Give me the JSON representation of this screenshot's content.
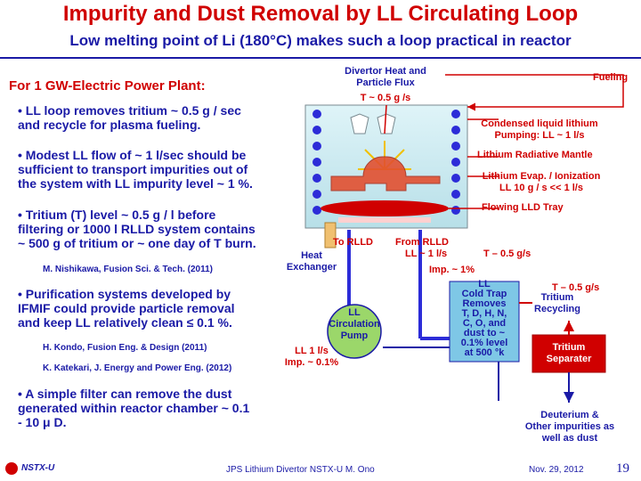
{
  "header": {
    "title": "Impurity and Dust Removal by LL Circulating Loop",
    "subtitle": "Low melting point of Li (180°C) makes such a loop practical in reactor"
  },
  "left": {
    "heading": "For 1 GW-Electric Power Plant:",
    "bullets": [
      "• LL loop removes tritium ~ 0.5 g / sec\nand recycle for plasma fueling.",
      "• Modest LL flow of ~ 1 l/sec should be\nsufficient to transport impurities out of\nthe system with LL impurity level ~ 1 %.",
      "• Tritium (T) level ~ 0.5 g / l before\nfiltering or 1000 l RLLD system contains\n~ 500 g of tritium or ~ one day of T burn.",
      "• Purification systems developed by\nIFMIF could provide particle removal\nand keep LL relatively clean ≤ 0.1 %.",
      "• A simple filter can remove the dust\ngenerated within reactor chamber ~ 0.1\n- 10 μ D."
    ],
    "refs": [
      "M. Nishikawa, Fusion Sci. & Tech. (2011)",
      "H. Kondo, Fusion Eng. & Design (2011)",
      "K. Katekari, J. Energy and Power Eng. (2012)"
    ]
  },
  "diagram": {
    "divertor": "Divertor Heat and\nParticle Flux",
    "divertor_t": "T ~ 0.5 g /s",
    "fueling": "Fueling",
    "condensed": "Condensed liquid lithium\nPumping: LL ~ 1 l/s",
    "mantle": "Lithium Radiative Mantle",
    "evap": "Lithium Evap. / Ionization\nLL 10 g / s << 1 l/s",
    "tray": "Flowing LLD Tray",
    "to_rlld": "To RLLD",
    "heat_ex": "Heat\nExchanger",
    "from_rlld": "From RLLD",
    "from_ll": "LL ~ 1 l/s",
    "from_t": "T – 0.5 g/s",
    "from_imp": "Imp. ~ 1%",
    "pump": "LL\nCirculation\nPump",
    "pump_flow": "LL 1 l/s\nImp. ~ 0.1%",
    "cold_trap": "LL\nCold Trap\nRemoves\nT, D, H, N,\nC, O, and\ndust to ~\n0.1% level\nat 500 °k",
    "recycle_t": "T – 0.5 g/s",
    "recycle": "Tritium\nRecycling",
    "separater": "Tritium\nSeparater",
    "deut": "Deuterium &\nOther impurities as\nwell as dust"
  },
  "footer": {
    "logo": "NSTX-U",
    "center": "JPS Lithium Divertor NSTX-U M. Ono",
    "date": "Nov. 29, 2012",
    "page": "19"
  },
  "colors": {
    "title": "#d00000",
    "text": "#1a1aa6",
    "lithium": "#2c2cd8"
  }
}
